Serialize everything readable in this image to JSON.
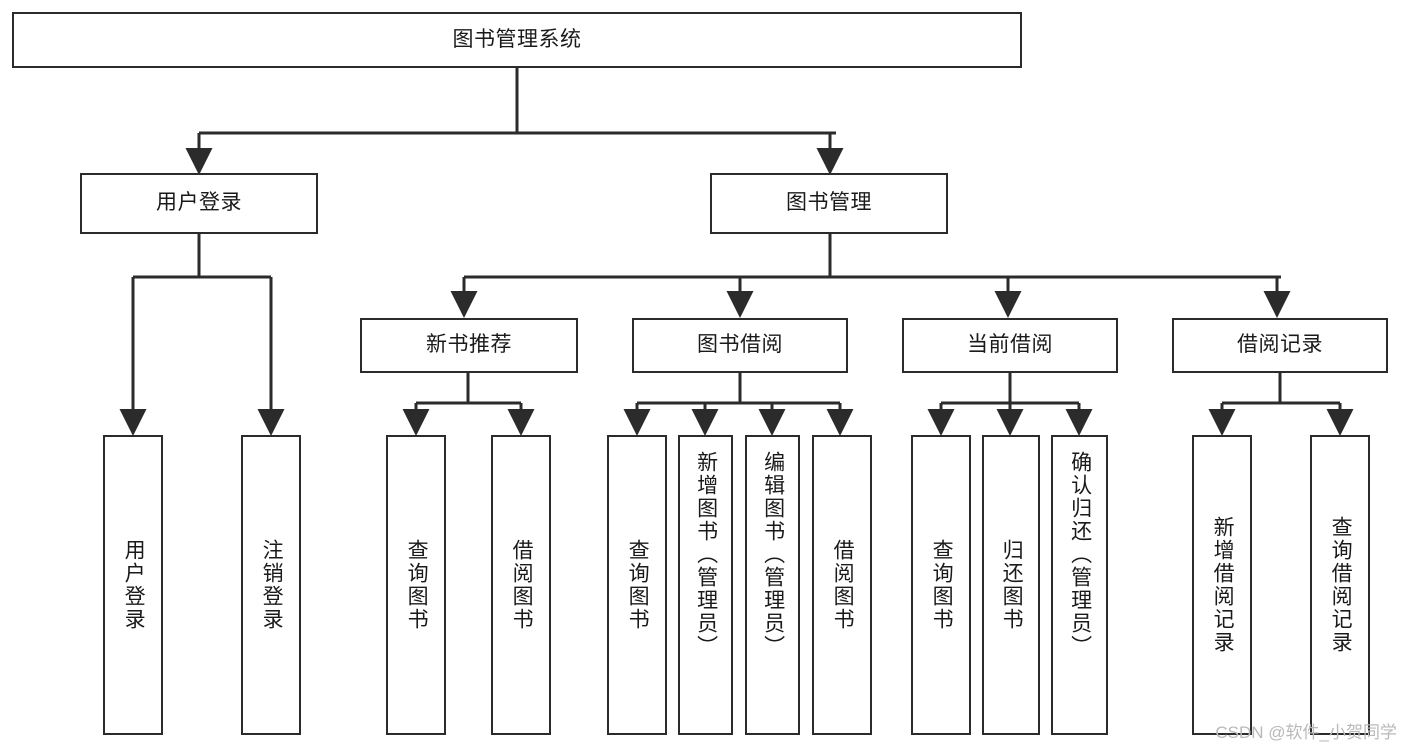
{
  "diagram": {
    "type": "tree",
    "title": "图书管理系统",
    "watermark": "CSDN @软件_小贺同学",
    "colors": {
      "stroke": "#2b2b2b",
      "fill": "#ffffff",
      "text": "#1a1a1a",
      "watermark": "#b9b9b9"
    },
    "nodes": {
      "root": {
        "label": "图书管理系统"
      },
      "level2": [
        {
          "id": "user-login",
          "label": "用户登录"
        },
        {
          "id": "book-manage",
          "label": "图书管理"
        }
      ],
      "level3": [
        {
          "id": "new-book-rec",
          "label": "新书推荐"
        },
        {
          "id": "book-borrow",
          "label": "图书借阅"
        },
        {
          "id": "current-borrow",
          "label": "当前借阅"
        },
        {
          "id": "borrow-record",
          "label": "借阅记录"
        }
      ],
      "leaves": [
        {
          "id": "leaf-user-login",
          "label": "用户登录",
          "parent": "user-login"
        },
        {
          "id": "leaf-logout",
          "label": "注销登录",
          "parent": "user-login"
        },
        {
          "id": "leaf-query-book-1",
          "label": "查询图书",
          "parent": "new-book-rec"
        },
        {
          "id": "leaf-borrow-book-1",
          "label": "借阅图书",
          "parent": "new-book-rec"
        },
        {
          "id": "leaf-query-book-2",
          "label": "查询图书",
          "parent": "book-borrow"
        },
        {
          "id": "leaf-add-book",
          "label": "新增图书（管理员）",
          "parent": "book-borrow"
        },
        {
          "id": "leaf-edit-book",
          "label": "编辑图书（管理员）",
          "parent": "book-borrow"
        },
        {
          "id": "leaf-borrow-book-2",
          "label": "借阅图书",
          "parent": "book-borrow"
        },
        {
          "id": "leaf-query-book-3",
          "label": "查询图书",
          "parent": "current-borrow"
        },
        {
          "id": "leaf-return-book",
          "label": "归还图书",
          "parent": "current-borrow"
        },
        {
          "id": "leaf-confirm-return",
          "label": "确认归还（管理员）",
          "parent": "current-borrow"
        },
        {
          "id": "leaf-add-record",
          "label": "新增借阅记录",
          "parent": "borrow-record"
        },
        {
          "id": "leaf-query-record",
          "label": "查询借阅记录",
          "parent": "borrow-record"
        }
      ]
    }
  }
}
